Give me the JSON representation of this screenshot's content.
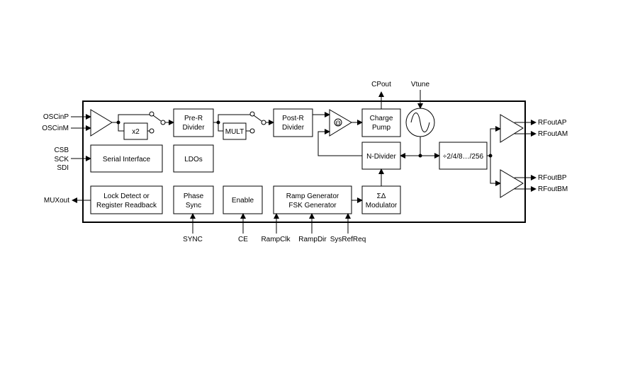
{
  "inputs": {
    "oscinp": "OSCinP",
    "oscinm": "OSCinM",
    "csb": "CSB",
    "sck": "SCK",
    "sdi": "SDI",
    "muxout": "MUXout",
    "cpout": "CPout",
    "vtune": "Vtune",
    "sync": "SYNC",
    "ce": "CE",
    "rampclk": "RampClk",
    "rampdir": "RampDir",
    "sysrefreq": "SysRefReq"
  },
  "outputs": {
    "rfoutap": "RFoutAP",
    "rfoutam": "RFoutAM",
    "rfoutbp": "RFoutBP",
    "rfoutbm": "RFoutBM"
  },
  "blocks": {
    "doubler": "x2",
    "pre_r_1": "Pre-R",
    "pre_r_2": "Divider",
    "mult": "MULT",
    "post_r_1": "Post-R",
    "post_r_2": "Divider",
    "phase_detector": "Θ",
    "charge_pump_1": "Charge",
    "charge_pump_2": "Pump",
    "serial_interface": "Serial Interface",
    "ldos": "LDOs",
    "n_divider": "N-Divider",
    "channel_divider": "÷2/4/8…/256",
    "lock_detect_1": "Lock Detect or",
    "lock_detect_2": "Register Readback",
    "phase_sync_1": "Phase",
    "phase_sync_2": "Sync",
    "enable": "Enable",
    "ramp_1": "Ramp Generator",
    "ramp_2": "FSK Generator",
    "sigma_delta_1": "ΣΔ",
    "sigma_delta_2": "Modulator"
  }
}
